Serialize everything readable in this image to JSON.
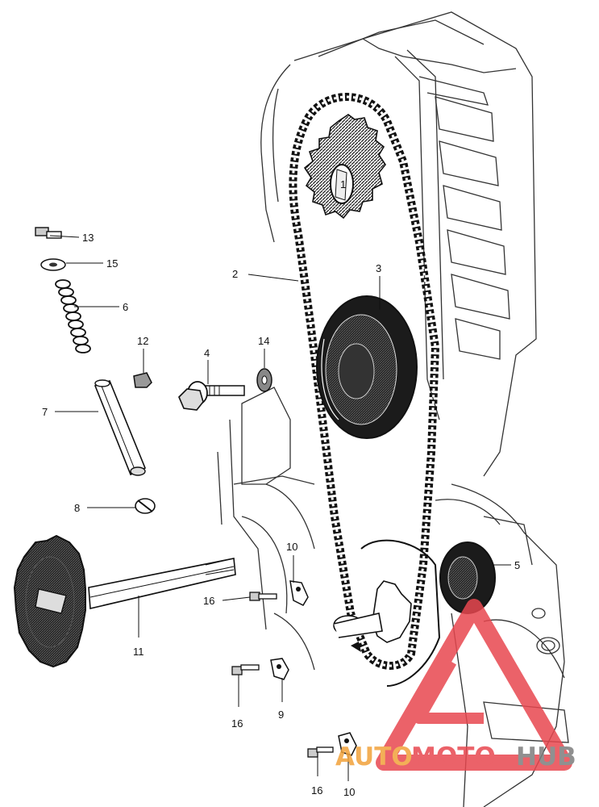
{
  "callouts": [
    {
      "id": "1",
      "text": "1"
    },
    {
      "id": "2",
      "text": "2"
    },
    {
      "id": "3",
      "text": "3"
    },
    {
      "id": "4",
      "text": "4"
    },
    {
      "id": "5",
      "text": "5"
    },
    {
      "id": "6",
      "text": "6"
    },
    {
      "id": "7",
      "text": "7"
    },
    {
      "id": "8",
      "text": "8"
    },
    {
      "id": "9",
      "text": "9"
    },
    {
      "id": "10a",
      "text": "10"
    },
    {
      "id": "10b",
      "text": "10"
    },
    {
      "id": "11",
      "text": "11"
    },
    {
      "id": "12",
      "text": "12"
    },
    {
      "id": "13",
      "text": "13"
    },
    {
      "id": "14",
      "text": "14"
    },
    {
      "id": "15",
      "text": "15"
    },
    {
      "id": "16a",
      "text": "16"
    },
    {
      "id": "16b",
      "text": "16"
    },
    {
      "id": "16c",
      "text": "16"
    }
  ],
  "watermark": {
    "part1": "AUTO",
    "part2": "MOTO",
    "part3": "HUB",
    "color_red": "#e8474f",
    "color_orange": "#f2a23a",
    "color_gray": "#7d7d7d"
  }
}
